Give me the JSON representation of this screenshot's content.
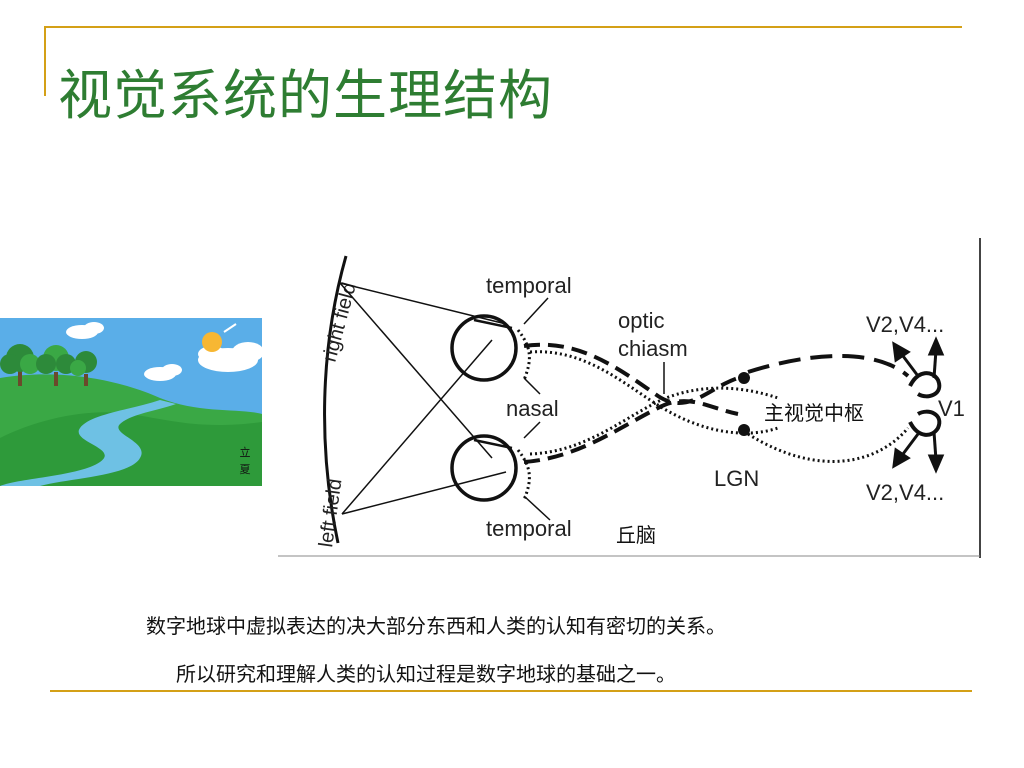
{
  "slide": {
    "title": "视觉系统的生理结构",
    "captions": [
      "数字地球中虚拟表达的决大部分东西和人类的认知有密切的关系。",
      "所以研究和理解人类的认知过程是数字地球的基础之一。"
    ]
  },
  "landscape": {
    "badge_line1": "立",
    "badge_line2": "夏"
  },
  "diagram": {
    "right_field": "right field",
    "left_field": "left field",
    "temporal_top": "temporal",
    "temporal_bottom": "temporal",
    "nasal": "nasal",
    "optic": "optic",
    "chiasm": "chiasm",
    "lgn": "LGN",
    "v1": "V1",
    "v2v4_top": "V2,V4...",
    "v2v4_bottom": "V2,V4...",
    "main_visual_center": "主视觉中枢",
    "thalamus": "丘脑"
  },
  "colors": {
    "accent_line": "#d4a017",
    "title_green": "#2e7d32",
    "sky": "#5aaee8",
    "grass": "#2e9a3a",
    "river": "#6ec1e4"
  }
}
